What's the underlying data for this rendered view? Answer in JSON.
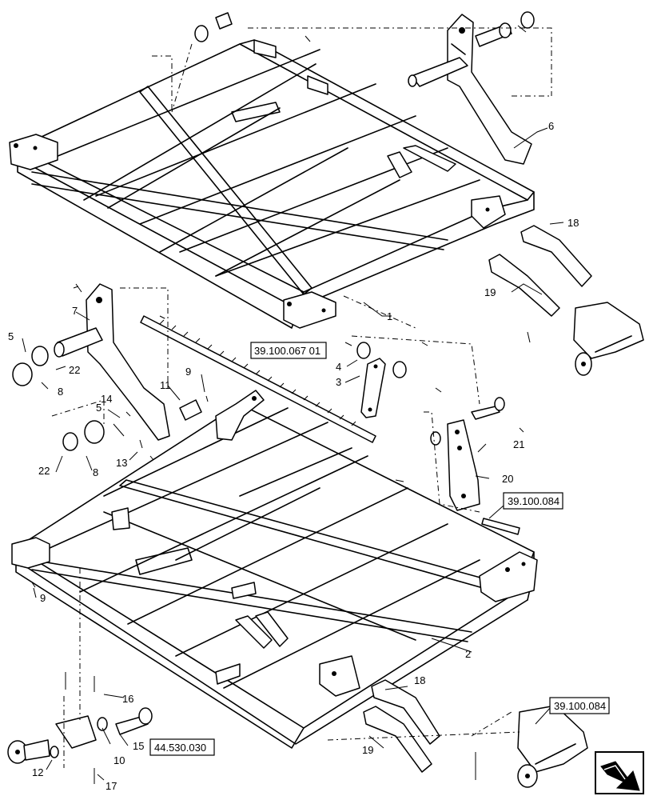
{
  "callouts": {
    "c1": "1",
    "c2": "2",
    "c3": "3",
    "c4": "4",
    "c5a": "5",
    "c5b": "5",
    "c6": "6",
    "c7": "7",
    "c8a": "8",
    "c8b": "8",
    "c9a": "9",
    "c9b": "9",
    "c10": "10",
    "c11": "11",
    "c12": "12",
    "c13": "13",
    "c14": "14",
    "c15": "15",
    "c16": "16",
    "c17": "17",
    "c18a": "18",
    "c18b": "18",
    "c19a": "19",
    "c19b": "19",
    "c20": "20",
    "c21": "21",
    "c22a": "22",
    "c22b": "22"
  },
  "references": {
    "ref1": "39.100.067 01",
    "ref2": "39.100.084",
    "ref3": "39.100.084",
    "ref4": "44.530.030"
  },
  "nav_icon": "next-page-arrow-icon"
}
